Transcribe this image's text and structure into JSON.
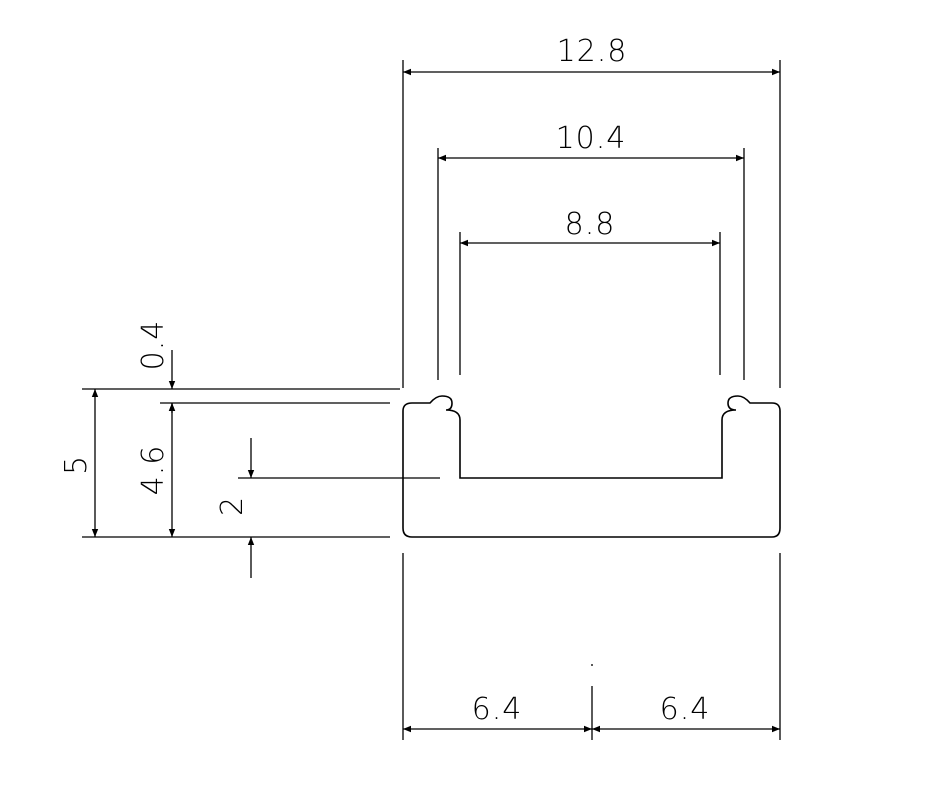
{
  "dimensions": {
    "overall_width": "12.8",
    "mid_width": "10.4",
    "inner_width": "8.8",
    "lip": "0.4",
    "total_height": "5",
    "channel_height": "4.6",
    "base_thickness": "2",
    "left_half": "6.4",
    "right_half": "6.4"
  },
  "colors": {
    "line": "#000000",
    "background": "#ffffff"
  }
}
